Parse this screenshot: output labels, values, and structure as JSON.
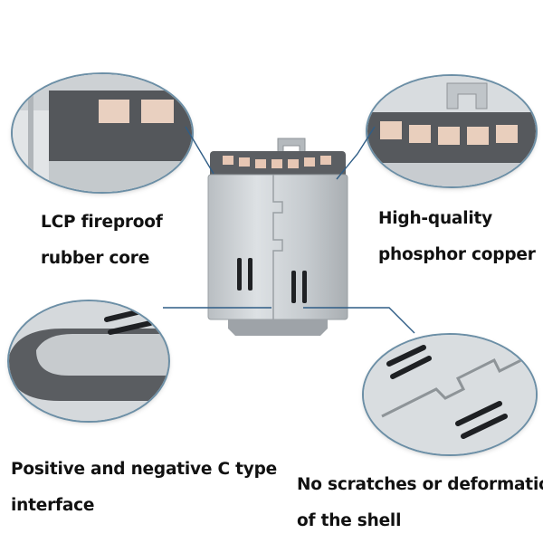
{
  "features": [
    {
      "lines": [
        "LCP fireproof",
        "rubber core"
      ]
    },
    {
      "lines": [
        "High-quality",
        "phosphor copper"
      ]
    },
    {
      "lines": [
        "Positive and negative C type",
        "interface"
      ]
    },
    {
      "lines": [
        "No scratches or deformation",
        "of the shell"
      ]
    }
  ],
  "colors": {
    "callout_line": "#2f5d86",
    "bubble_border": "#6c8fa6",
    "metal": "#c9ced2",
    "core": "#55585c",
    "contact": "#e7c7b4"
  }
}
